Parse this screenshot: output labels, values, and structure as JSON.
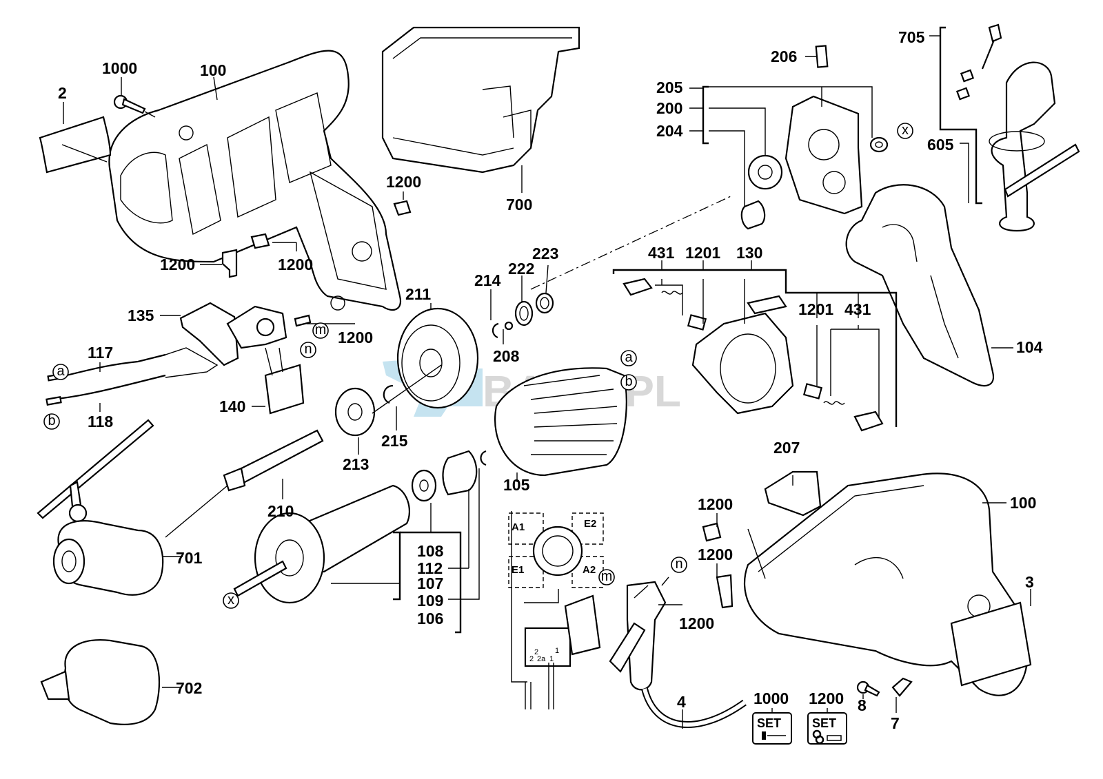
{
  "diagram": {
    "title": "Impact drill exploded parts diagram",
    "watermark": "BAKO.PL",
    "watermark_color": "#9fd0e6",
    "labels": {
      "p2": "2",
      "p1000_top": "1000",
      "p100_top": "100",
      "p1200_a": "1200",
      "p1200_b": "1200",
      "p1200_c": "1200",
      "p1200_d": "1200",
      "p700": "700",
      "p206": "206",
      "p205": "205",
      "p200": "200",
      "p204": "204",
      "p705": "705",
      "p605": "605",
      "p104": "104",
      "p135": "135",
      "p117": "117",
      "p118": "118",
      "p140": "140",
      "p211": "211",
      "p214": "214",
      "p222": "222",
      "p223": "223",
      "p208": "208",
      "p215": "215",
      "p213": "213",
      "p210": "210",
      "p431_a": "431",
      "p1201_a": "1201",
      "p130": "130",
      "p1201_b": "1201",
      "p431_b": "431",
      "p105": "105",
      "p701": "701",
      "p108": "108",
      "p112": "112",
      "p107": "107",
      "p109": "109",
      "p106": "106",
      "p702": "702",
      "p207": "207",
      "p1200_e": "1200",
      "p100_bottom": "100",
      "p1200_f": "1200",
      "p1200_g": "1200",
      "p3": "3",
      "p4": "4",
      "p8": "8",
      "p7": "7",
      "p1000_set": "1000",
      "p1200_set": "1200"
    },
    "markers": {
      "a1": "a",
      "b1": "b",
      "a2": "a",
      "b2": "b",
      "m1": "m",
      "n1": "n",
      "m2": "m",
      "n2": "n",
      "x1": "x",
      "x2": "x"
    },
    "wiring": {
      "A1": "A1",
      "E2": "E2",
      "E1": "E1",
      "A2": "A2",
      "t2": "2",
      "t2b": "2",
      "t2a": "2a",
      "t1": "1",
      "t1b": "1"
    },
    "set_boxes": {
      "set1": "SET",
      "set2": "SET"
    }
  }
}
